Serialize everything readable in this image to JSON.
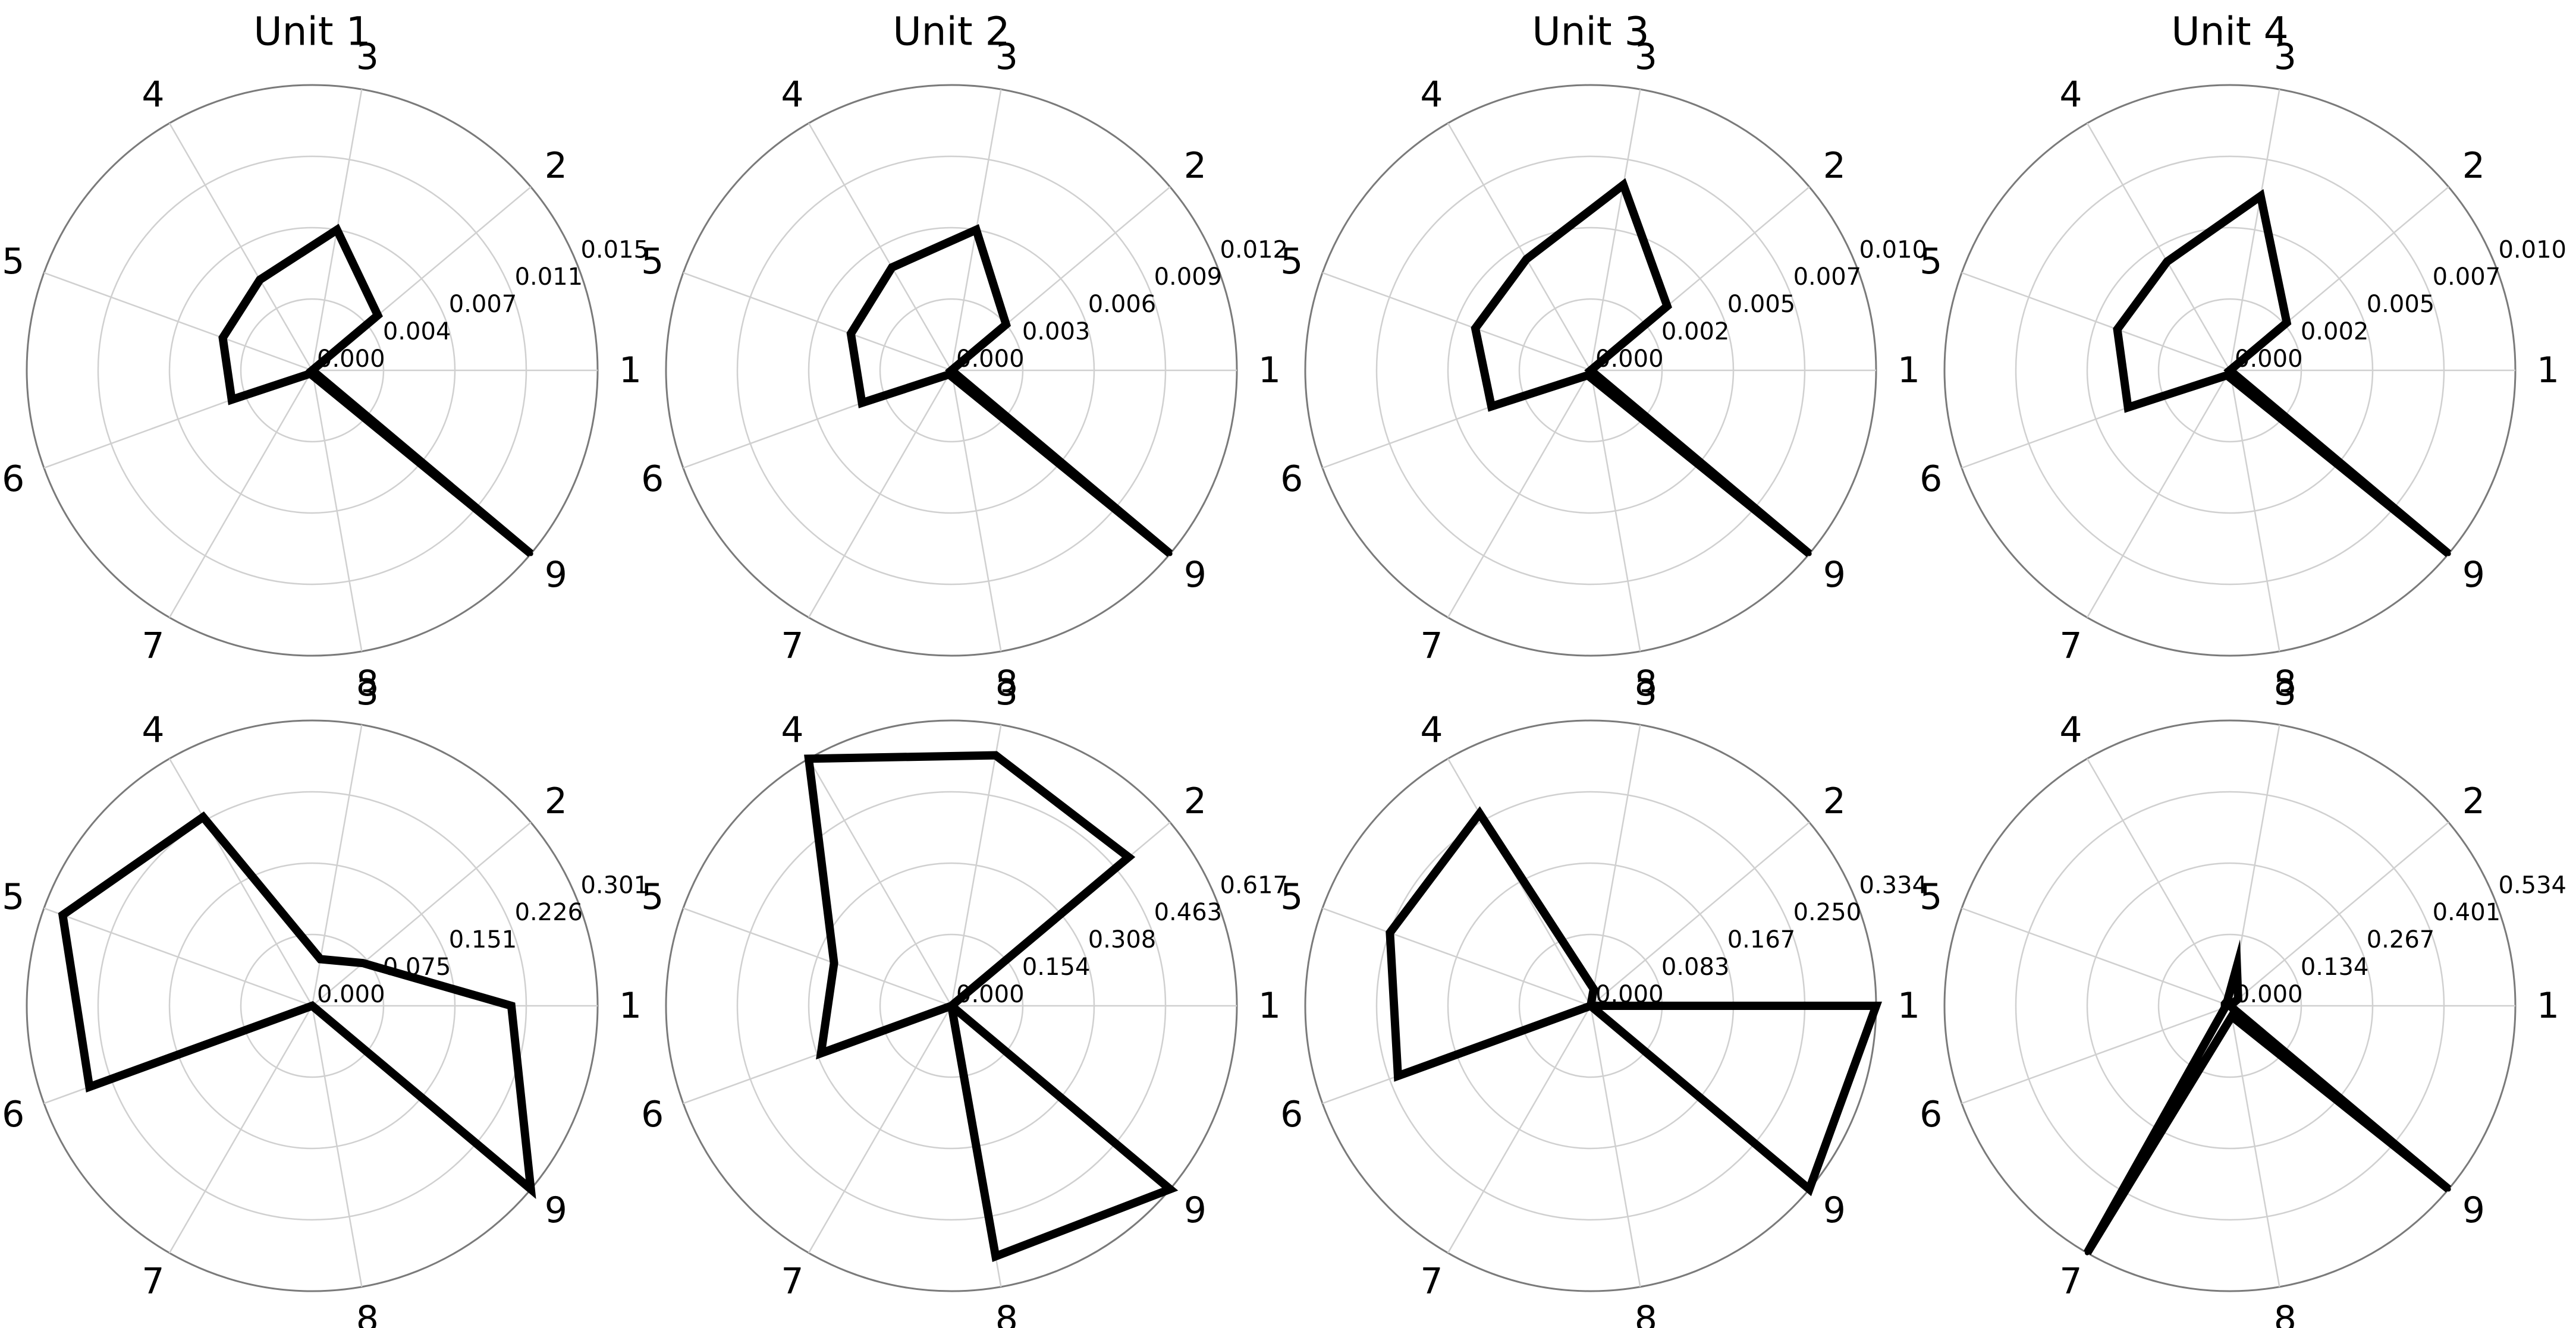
{
  "chart_data": [
    {
      "type": "radar",
      "title": "Unit 1",
      "categories": [
        "1",
        "2",
        "3",
        "4",
        "5",
        "6",
        "7",
        "8",
        "9"
      ],
      "ticks": [
        "0.000",
        "0.004",
        "0.007",
        "0.011",
        "0.015"
      ],
      "rmax": 0.015,
      "values": [
        0.0,
        0.0045,
        0.0075,
        0.0055,
        0.005,
        0.0045,
        0.0002,
        0.0003,
        0.015
      ]
    },
    {
      "type": "radar",
      "title": "Unit 2",
      "categories": [
        "1",
        "2",
        "3",
        "4",
        "5",
        "6",
        "7",
        "8",
        "9"
      ],
      "ticks": [
        "0.000",
        "0.003",
        "0.006",
        "0.009",
        "0.012"
      ],
      "rmax": 0.012,
      "values": [
        0.0,
        0.003,
        0.006,
        0.005,
        0.0045,
        0.004,
        0.0002,
        0.0003,
        0.012
      ]
    },
    {
      "type": "radar",
      "title": "Unit 3",
      "categories": [
        "1",
        "2",
        "3",
        "4",
        "5",
        "6",
        "7",
        "8",
        "9"
      ],
      "ticks": [
        "0.000",
        "0.002",
        "0.005",
        "0.007",
        "0.010"
      ],
      "rmax": 0.01,
      "values": [
        0.0,
        0.0035,
        0.0066,
        0.0045,
        0.0043,
        0.0037,
        0.0002,
        0.0003,
        0.01
      ]
    },
    {
      "type": "radar",
      "title": "Unit 4",
      "categories": [
        "1",
        "2",
        "3",
        "4",
        "5",
        "6",
        "7",
        "8",
        "9"
      ],
      "ticks": [
        "0.000",
        "0.002",
        "0.005",
        "0.007",
        "0.010"
      ],
      "rmax": 0.01,
      "values": [
        0.0,
        0.0026,
        0.0062,
        0.0044,
        0.0042,
        0.0038,
        0.0002,
        0.0003,
        0.01
      ]
    },
    {
      "type": "radar",
      "title": "",
      "categories": [
        "1",
        "2",
        "3",
        "4",
        "5",
        "6",
        "7",
        "8",
        "9"
      ],
      "ticks": [
        "0.000",
        "0.075",
        "0.151",
        "0.226",
        "0.301"
      ],
      "rmax": 0.301,
      "values": [
        0.21,
        0.07,
        0.05,
        0.23,
        0.28,
        0.25,
        0.0,
        0.0,
        0.301
      ]
    },
    {
      "type": "radar",
      "title": "",
      "categories": [
        "1",
        "2",
        "3",
        "4",
        "5",
        "6",
        "7",
        "8",
        "9"
      ],
      "ticks": [
        "0.000",
        "0.154",
        "0.308",
        "0.463",
        "0.617"
      ],
      "rmax": 0.617,
      "values": [
        0.0,
        0.5,
        0.55,
        0.617,
        0.27,
        0.3,
        0.0,
        0.55,
        0.617
      ]
    },
    {
      "type": "radar",
      "title": "",
      "categories": [
        "1",
        "2",
        "3",
        "4",
        "5",
        "6",
        "7",
        "8",
        "9"
      ],
      "ticks": [
        "0.000",
        "0.083",
        "0.167",
        "0.250",
        "0.334"
      ],
      "rmax": 0.334,
      "values": [
        0.334,
        0.0,
        0.02,
        0.26,
        0.25,
        0.24,
        0.0,
        0.0,
        0.334
      ]
    },
    {
      "type": "radar",
      "title": "",
      "categories": [
        "1",
        "2",
        "3",
        "4",
        "5",
        "6",
        "7",
        "8",
        "9"
      ],
      "ticks": [
        "0.000",
        "0.134",
        "0.267",
        "0.401",
        "0.534"
      ],
      "rmax": 0.534,
      "values": [
        0.0,
        0.02,
        0.075,
        0.01,
        0.01,
        0.01,
        0.534,
        0.02,
        0.534
      ]
    }
  ]
}
